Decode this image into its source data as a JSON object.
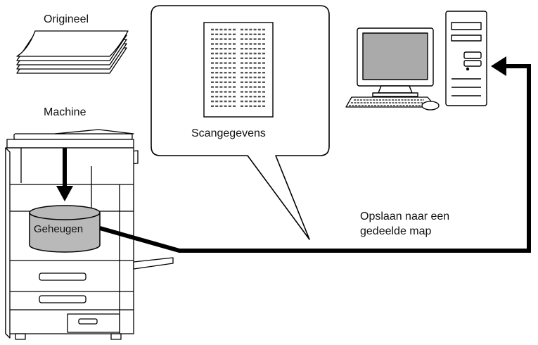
{
  "labels": {
    "original": "Origineel",
    "machine": "Machine",
    "scan_data": "Scangegevens",
    "memory": "Geheugen",
    "save_line1": "Opslaan naar een",
    "save_line2": "gedeelde map"
  },
  "colors": {
    "line": "#000000",
    "memory_fill": "#b9b9b9",
    "monitor_screen": "#aaaaaa",
    "panel": "#ffffff"
  }
}
